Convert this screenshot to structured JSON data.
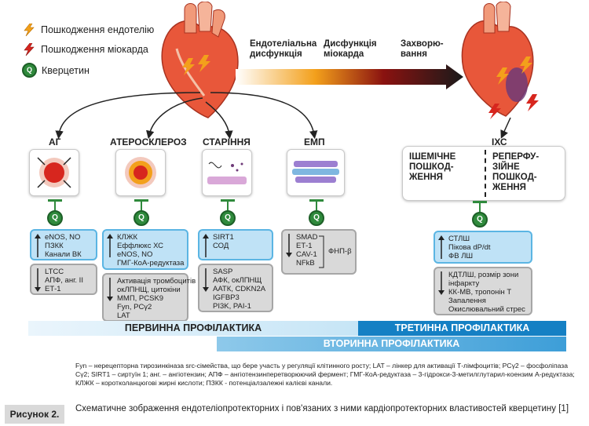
{
  "legend": {
    "items": [
      {
        "label": "Пошкодження ендотелію",
        "icon": "orange-lightning-icon",
        "color": "#f3a01b"
      },
      {
        "label": "Пошкодження міокарда",
        "icon": "red-lightning-icon",
        "color": "#d7261e"
      },
      {
        "label": "Кверцетин",
        "icon": "quercetin-q-icon",
        "color": "#2f8a3c"
      }
    ]
  },
  "progression": {
    "stages": [
      "Ендотеліальна дисфункція",
      "Дисфункція міокарда",
      "Захворю-вання"
    ]
  },
  "conditions": {
    "ag": "АГ",
    "atherosclerosis": "АТЕРОСКЛЕРОЗ",
    "aging": "СТАРІННЯ",
    "emp": "ЕМП",
    "ihd": "ІХС"
  },
  "quercetin_symbol": "Q",
  "ihd_panel": {
    "ischemic": "ІШЕМІЧНЕ ПОШКОД-ЖЕННЯ",
    "reperfusion": "РЕПЕРФУ-ЗІЙНЕ ПОШКОД-ЖЕННЯ"
  },
  "effects": {
    "ag_up": [
      "eNOS, NO",
      "ПЗКК",
      "Канали ВК"
    ],
    "ag_down": [
      "LTCC",
      "АПФ, анг. II",
      "ЕТ-1"
    ],
    "ath_up": [
      "КЛЖК",
      "Еффлюкс ХС",
      "eNOS, NO",
      "ГМГ-КоА-редуктаза"
    ],
    "ath_down": [
      "Активація тромбоцитів",
      "окЛПНЩ, цитокіни",
      "ММП, PCSK9",
      "Fyn, PCγ2",
      "LAT"
    ],
    "aging_up": [
      "SIRT1",
      "СОД"
    ],
    "aging_down": [
      "SASP",
      "АФК, окЛПНЩ",
      "ААТК, CDKN2A",
      "IGFBP3",
      "PI3K, PAI-1"
    ],
    "emp_down": [
      "SMAD",
      "ЕТ-1",
      "CAV-1",
      "NFkB"
    ],
    "emp_result": "ФНП-β",
    "ihd_up": [
      "СТЛШ",
      "Пікова dP/dt",
      "ФВ ЛШ"
    ],
    "ihd_down": [
      "КДТЛШ, розмір зони",
      "інфаркту",
      "КК-МВ, тропонін Т",
      "Запалення",
      "Окислювальний стрес"
    ]
  },
  "prevention": {
    "primary": "ПЕРВИННА ПРОФІЛАКТИКА",
    "tertiary": "ТРЕТИННА ПРОФІЛАКТИКА",
    "secondary": "ВТОРИННА ПРОФІЛАКТИКА"
  },
  "footnote": "Fyn – нерецепторна тирозинкіназа src-сімейства, що бере участь у регуляції клітинного росту; LAT – лінкер для активації Т-лімфоцитів; PCγ2 – фосфоліпаза Cγ2; SIRT1 – сиртуїн 1; анг. – ангіотензин; АПФ – ангіотензинперетворюючий фермент; ГМГ-КоА-редуктаза – 3-гідрокси-3-метилглутарил-коензим А-редуктаза; КЛЖК – коротколанцюгові жирні кислоти; ПЗКК - потенціалзалежні калієві канали.",
  "caption": {
    "label": "Рисунок 2.",
    "text": "Схематичне зображення ендотеліопротекторних і пов'язаних з ними кардіопротекторних властивостей кверцетину [1]"
  }
}
